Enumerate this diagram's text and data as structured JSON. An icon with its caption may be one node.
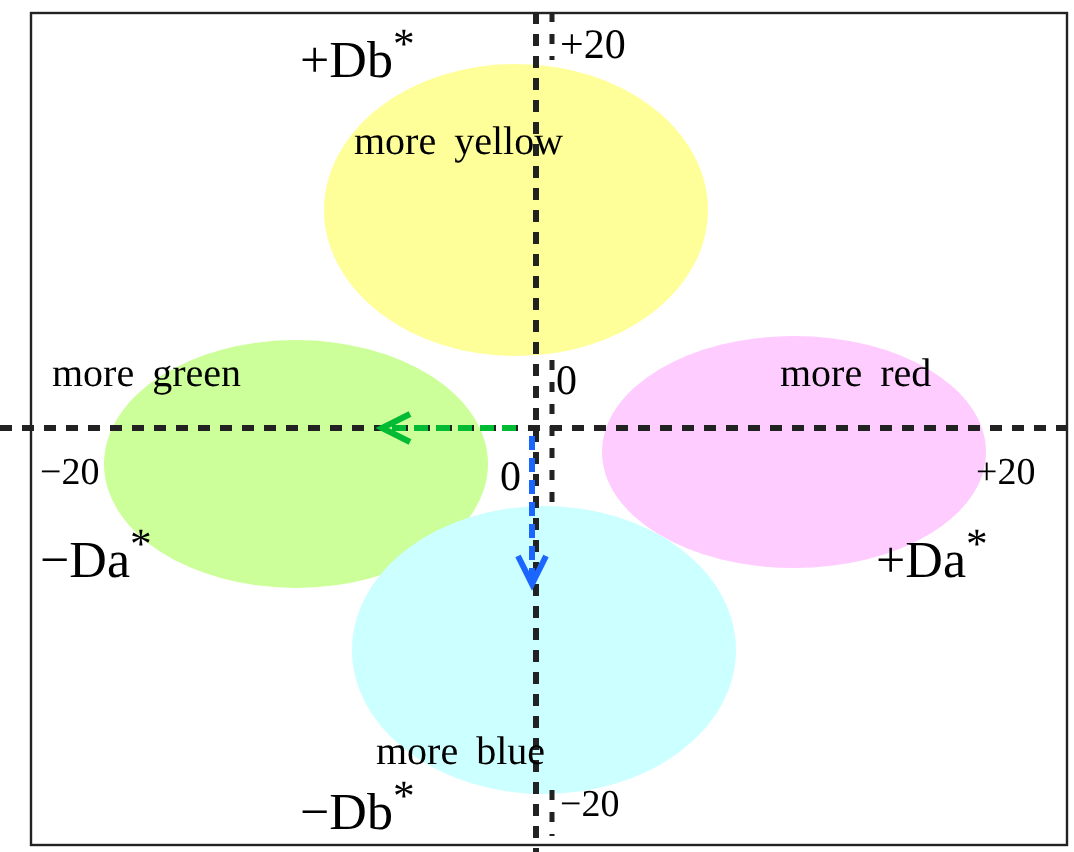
{
  "diagram": {
    "nodes": [
      {
        "text": [
          "more yellow"
        ]
      },
      {
        "text": [
          "more green"
        ]
      },
      {
        "text": [
          "more red"
        ]
      },
      {
        "text": [
          "more blue"
        ]
      }
    ],
    "labels": [
      "+Db$^{*}$",
      "+20",
      "0",
      "−20",
      "0",
      "+20",
      "−Da$^{*}$",
      "+Da$^{*}$",
      "−Db$^{*}$",
      "−20"
    ]
  }
}
